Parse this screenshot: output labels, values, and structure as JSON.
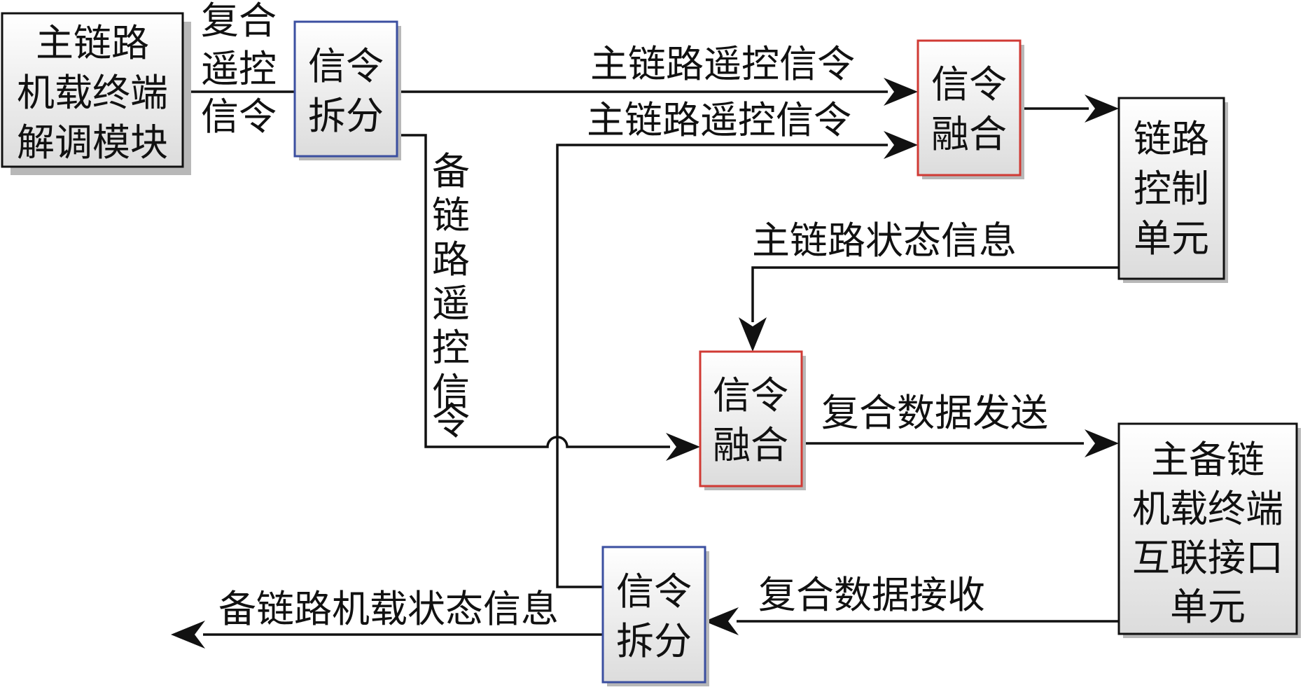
{
  "colors": {
    "black_box_border": "#111111",
    "blue_box_border": "#3b4fa0",
    "red_box_border": "#d03a34",
    "box_fill_top": "#ffffff",
    "box_fill_bottom": "#dcdcdc",
    "line": "#111111"
  },
  "blocks": {
    "main_demod": [
      "主链路",
      "机载终端",
      "解调模块"
    ],
    "split_top": [
      "信令",
      "拆分"
    ],
    "fuse_top": [
      "信令",
      "融合"
    ],
    "link_ctrl": [
      "链路",
      "控制",
      "单元"
    ],
    "fuse_mid": [
      "信令",
      "融合"
    ],
    "interconnect": [
      "主备链",
      "机载终端",
      "互联接口",
      "单元"
    ],
    "split_bottom": [
      "信令",
      "拆分"
    ]
  },
  "labels": {
    "composite_remote": [
      "复合",
      "遥控",
      "信令"
    ],
    "main_remote_1": "主链路遥控信令",
    "main_remote_2": "主链路遥控信令",
    "main_status": "主链路状态信息",
    "backup_remote": [
      "备",
      "链",
      "路",
      "遥",
      "控",
      "信",
      "令"
    ],
    "composite_send": "复合数据发送",
    "composite_recv": "复合数据接收",
    "backup_status": "备链路机载状态信息"
  }
}
